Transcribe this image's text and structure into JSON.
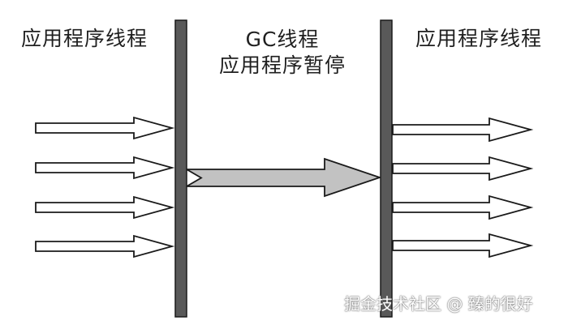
{
  "labels": {
    "left_threads": "应用程序线程",
    "gc_thread": "GC线程",
    "app_pause": "应用程序暂停",
    "right_threads": "应用程序线程"
  },
  "watermark": "掘金技术社区 @ 臻的很好",
  "colors": {
    "bar_fill": "#595959",
    "bar_stroke": "#1a1a1a",
    "gc_arrow_fill": "#c2c2c2",
    "arrow_stroke": "#1a1a1a",
    "app_arrow_fill": "#ffffff"
  }
}
